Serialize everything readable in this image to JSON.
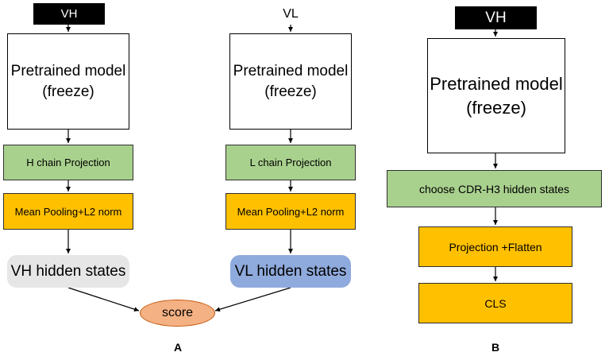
{
  "panel_a": {
    "left": {
      "input": "VH",
      "model_line1": "Pretrained model",
      "model_line2": "(freeze)",
      "projection": "H chain Projection",
      "pooling": "Mean Pooling+L2 norm",
      "hidden": "VH hidden states"
    },
    "right": {
      "input": "VL",
      "model_line1": "Pretrained model",
      "model_line2": "(freeze)",
      "projection": "L chain Projection",
      "pooling": "Mean Pooling+L2 norm",
      "hidden": "VL hidden states"
    },
    "score": "score",
    "label": "A"
  },
  "panel_b": {
    "input": "VH",
    "model_line1": "Pretrained model",
    "model_line2": "(freeze)",
    "choose": "choose CDR-H3 hidden states",
    "projection": "Projection +Flatten",
    "cls": "CLS",
    "label": "B"
  },
  "colors": {
    "green": "#a9d18e",
    "orange": "#ffc000",
    "grey_pill": "#e7e6e6",
    "blue_pill": "#8faadc",
    "score_fill": "#f4b183"
  }
}
